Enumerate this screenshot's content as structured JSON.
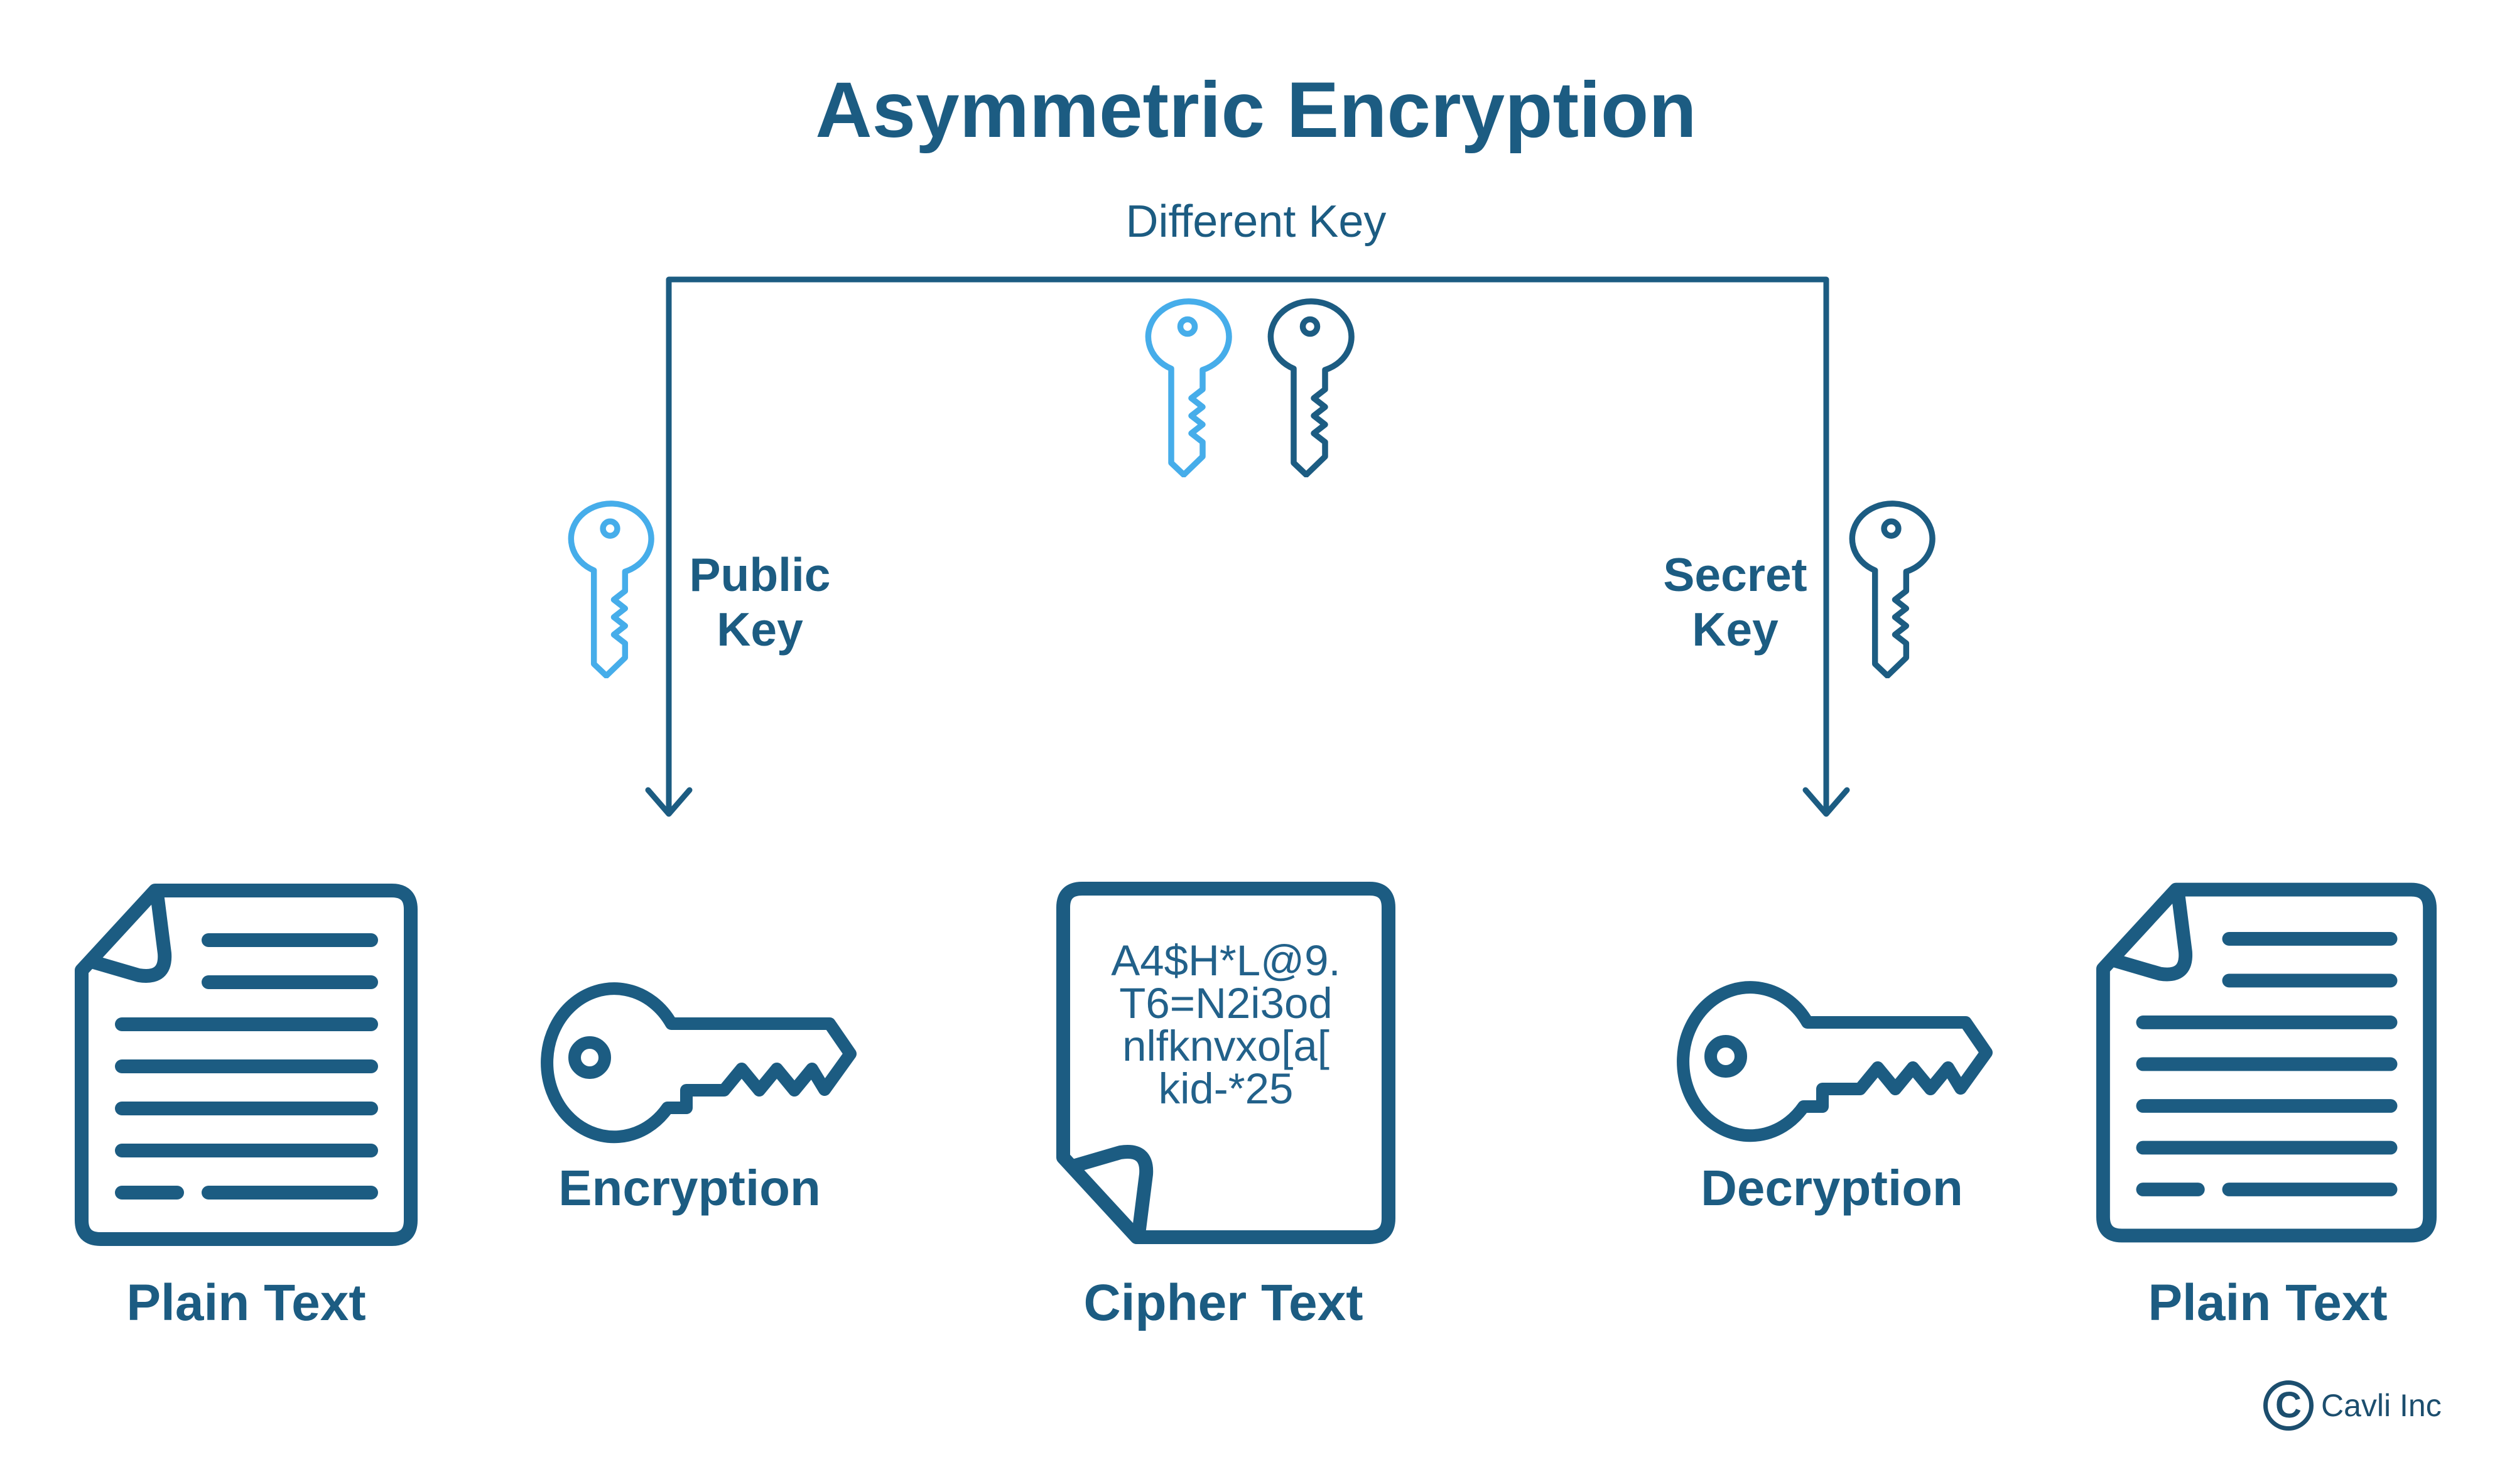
{
  "header": {
    "title": "Asymmetric Encryption",
    "subtitle": "Different Key"
  },
  "colors": {
    "primary_dark_teal": "#1C5C82",
    "accent_light_blue": "#46ADEA",
    "logo_navy": "#1C4E6E",
    "background": "#FFFFFF"
  },
  "keys": {
    "pair_note": "two key icons under the Different Key bracket, one light blue (public) and one dark (secret)",
    "public": {
      "line1": "Public",
      "line2": "Key"
    },
    "secret": {
      "line1": "Secret",
      "line2": "Key"
    }
  },
  "nodes": {
    "plain_left": {
      "label": "Plain Text"
    },
    "encryption": {
      "label": "Encryption"
    },
    "cipher": {
      "label": "Cipher Text",
      "lines": [
        "A4$H*L@9.",
        "T6=N2i3od",
        "nlfknvxo[a[",
        "kid-*25"
      ]
    },
    "decryption": {
      "label": "Decryption"
    },
    "plain_right": {
      "label": "Plain Text"
    }
  },
  "icons": [
    "key-icon (vertical, light blue, public)",
    "key-icon (vertical, dark, secret)",
    "key-icon (horizontal, encryption)",
    "key-icon (horizontal, decryption)",
    "document-icon (plain text, folded top-left corner)",
    "document-icon (cipher text, folded bottom-left corner)",
    "arrow-down-icon (bracket connector, both sides)",
    "circle-c-logo-icon"
  ],
  "footer": {
    "logo_letter": "C",
    "company": "Cavli Inc"
  }
}
